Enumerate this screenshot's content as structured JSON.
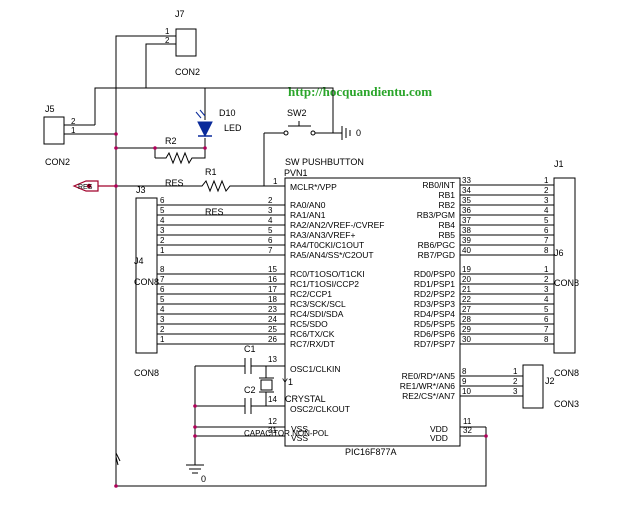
{
  "watermark": "http://hocquandientu.com",
  "components": {
    "j7": {
      "ref": "J7",
      "name": "CON2",
      "pins": [
        "1",
        "2"
      ]
    },
    "j5": {
      "ref": "J5",
      "name": "CON2",
      "pins": [
        "2",
        "1"
      ]
    },
    "d10": {
      "ref": "D10",
      "name": "LED"
    },
    "r2": {
      "ref": "R2"
    },
    "r1": {
      "ref": "R1"
    },
    "sw2": {
      "ref": "SW2",
      "name": "SW PUSHBUTTON"
    },
    "gnd_top": {
      "label": "0"
    },
    "gnd_bottom": {
      "label": "0"
    },
    "j3": {
      "ref": "J3"
    },
    "j4": {
      "ref": "J4",
      "name": "CON8"
    },
    "j1": {
      "ref": "J1"
    },
    "j6": {
      "ref": "J6",
      "name": "CON8"
    },
    "j2": {
      "ref": "J2",
      "name": "CON3",
      "pins": [
        "1",
        "2",
        "3"
      ]
    },
    "c1": {
      "ref": "C1"
    },
    "c2": {
      "ref": "C2"
    },
    "y1": {
      "ref": "Y1",
      "name": "CRYSTAL"
    },
    "u1": {
      "ref": "PVN1",
      "name": "PIC16F877A"
    },
    "nonpol": {
      "label": "CAPACITOR NON-POL"
    }
  },
  "nets": {
    "res_port": "RES",
    "res_near_r1": "RES",
    "res_ra": "RES"
  },
  "con8_left_labels": [
    "CON8",
    "CON8"
  ],
  "con8_right_labels": [
    "CON8"
  ],
  "ra_pins": {
    "numbers": [
      "2",
      "3",
      "4",
      "5",
      "6",
      "7"
    ],
    "names": [
      "RA0/AN0",
      "RA1/AN1",
      "RA2/AN2/VREF-/CVREF",
      "RA3/AN3/VREF+",
      "RA4/T0CKI/C1OUT",
      "RA5/AN4/SS*/C2OUT"
    ],
    "conn": [
      "6",
      "5",
      "4",
      "3",
      "2",
      "1"
    ]
  },
  "rc_pins": {
    "numbers": [
      "15",
      "16",
      "17",
      "18",
      "23",
      "24",
      "25",
      "26"
    ],
    "names": [
      "RC0/T1OSO/T1CKI",
      "RC1/T1OSI/CCP2",
      "RC2/CCP1",
      "RC3/SCK/SCL",
      "RC4/SDI/SDA",
      "RC5/SDO",
      "RC6/TX/CK",
      "RC7/RX/DT"
    ],
    "conn": [
      "8",
      "7",
      "6",
      "5",
      "4",
      "3",
      "2",
      "1"
    ]
  },
  "rb_pins": {
    "numbers": [
      "33",
      "34",
      "35",
      "36",
      "37",
      "38",
      "39",
      "40"
    ],
    "names": [
      "RB0/INT",
      "RB1",
      "RB2",
      "RB3/PGM",
      "RB4",
      "RB5",
      "RB6/PGC",
      "RB7/PGD"
    ],
    "conn": [
      "1",
      "2",
      "3",
      "4",
      "5",
      "6",
      "7",
      "8"
    ]
  },
  "rd_pins": {
    "numbers": [
      "19",
      "20",
      "21",
      "22",
      "27",
      "28",
      "29",
      "30"
    ],
    "names": [
      "RD0/PSP0",
      "RD1/PSP1",
      "RD2/PSP2",
      "RD3/PSP3",
      "RD4/PSP4",
      "RD5/PSP5",
      "RD6/PSP6",
      "RD7/PSP7"
    ],
    "conn": [
      "1",
      "2",
      "3",
      "4",
      "5",
      "6",
      "7",
      "8"
    ]
  },
  "re_pins": {
    "numbers": [
      "8",
      "9",
      "10"
    ],
    "names": [
      "RE0/RD*/AN5",
      "RE1/WR*/AN6",
      "RE2/CS*/AN7"
    ],
    "conn": [
      "1",
      "2",
      "3"
    ]
  },
  "misc_pins": {
    "mclr": {
      "num": "1",
      "name": "MCLR*/VPP"
    },
    "osc1": {
      "num": "13",
      "name": "OSC1/CLKIN"
    },
    "osc2": {
      "num": "14",
      "name": "OSC2/CLKOUT"
    },
    "vss1": {
      "num": "12",
      "name": "VSS"
    },
    "vss2": {
      "num": "31",
      "name": "VSS"
    },
    "vdd1": {
      "num": "11",
      "name": "VDD"
    },
    "vdd2": {
      "num": "32",
      "name": "VDD"
    }
  }
}
